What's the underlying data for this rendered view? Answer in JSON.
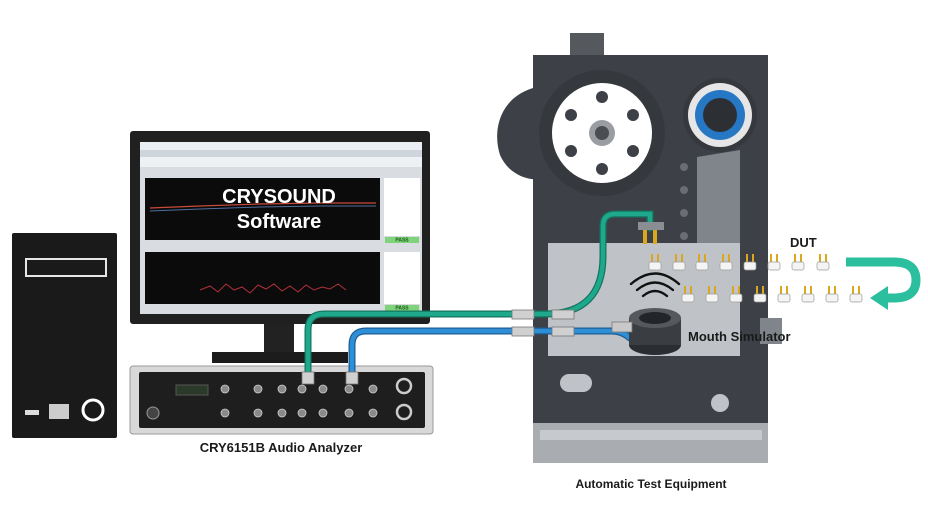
{
  "labels": {
    "software_line1": "CRYSOUND",
    "software_line2": "Software",
    "analyzer": "CRY6151B Audio Analyzer",
    "ate": "Automatic Test Equipment",
    "dut": "DUT",
    "mouth_sim": "Mouth Simulator",
    "pass1": "PASS",
    "pass2": "PASS"
  },
  "colors": {
    "green_cable": "#1fa98c",
    "blue_cable": "#2f8fd6",
    "machine_dark": "#3d4147",
    "machine_light": "#bfc3c8",
    "return_arrow": "#2bbfa0"
  }
}
